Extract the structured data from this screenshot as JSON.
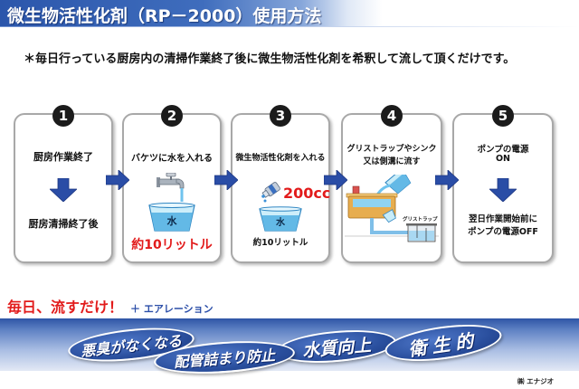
{
  "header": {
    "title": "微生物活性化剤（RP－2000）使用方法"
  },
  "intro": "＊毎日行っている厨房内の清掃作業終了後に微生物活性化剤を希釈して流して頂くだけです。",
  "steps": [
    {
      "number": "1",
      "top": "厨房作業終了",
      "bottom": "厨房清掃終了後"
    },
    {
      "number": "2",
      "top": "バケツに水を入れる",
      "bucket_label": "水",
      "amount": "約10リットル"
    },
    {
      "number": "3",
      "top": "微生物活性化剤を入れる",
      "dose": "200cc",
      "bucket_label": "水",
      "amount": "約10リットル"
    },
    {
      "number": "4",
      "top_lines": [
        "グリストラップやシンク",
        "又は側溝に流す"
      ],
      "trap_label": "グリストラップ"
    },
    {
      "number": "5",
      "top_lines": [
        "ポンプの電源",
        "ON"
      ],
      "bottom_lines": [
        "翌日作業開始前に",
        "ポンプの電源OFF"
      ]
    }
  ],
  "tagline": {
    "main": "毎日、流すだけ！",
    "extra": "＋ エアレーション"
  },
  "benefits": [
    "悪臭がなくなる",
    "配管詰まり防止",
    "水質向上",
    "衛生的"
  ],
  "footer": {
    "company": "㈱ エナジオ"
  },
  "icons": {
    "step_arrow": "arrow-right-icon",
    "flow_arrow": "arrow-down-icon",
    "faucet": "faucet-icon",
    "bucket": "bucket-icon",
    "bottle": "bottle-icon",
    "sink": "sink-icon",
    "grease_trap": "grease-trap-icon"
  },
  "colors": {
    "title_band": "#2b56ab",
    "arrow": "#2a4da6",
    "highlight_red": "#e21b1b",
    "accent_blue": "#2b4ea8",
    "benefit_oval": "#2a4f9e"
  }
}
